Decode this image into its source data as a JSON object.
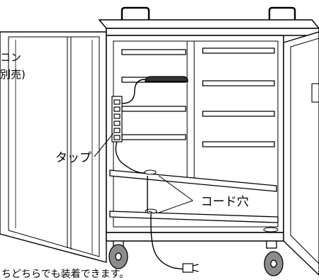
{
  "labels": {
    "pc_line1": "コン",
    "pc_line2": "別売)",
    "tap": "タップ",
    "cord_hole": "コード穴",
    "note": "ちどちらでも装着できます。"
  },
  "colors": {
    "line": "#000000",
    "shelf_face": "#ffffff",
    "door_shade": "#e6e6e6",
    "wheel": "#8c8c8c"
  }
}
